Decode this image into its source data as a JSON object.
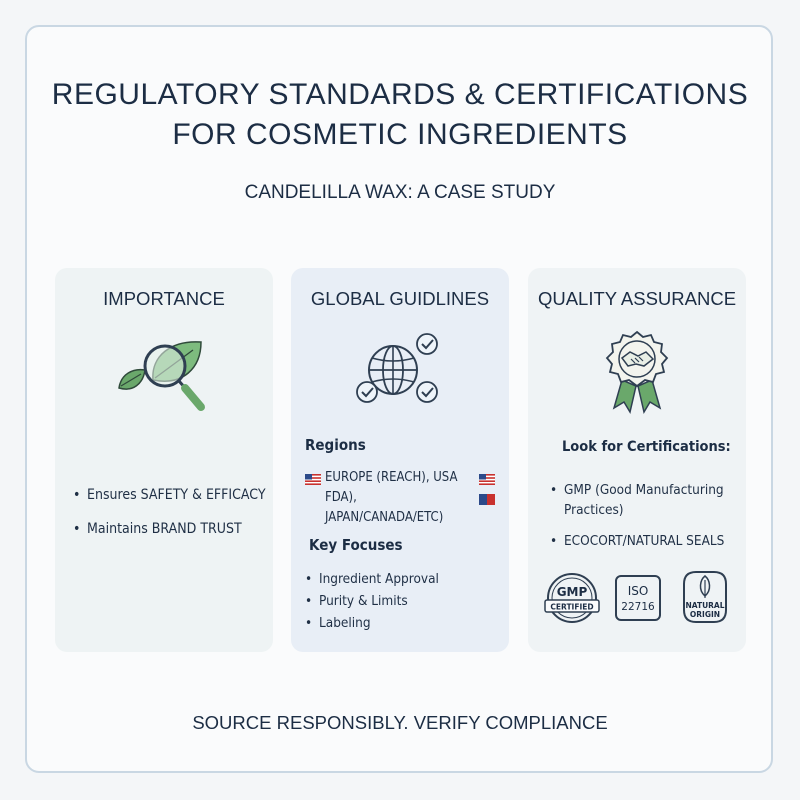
{
  "header": {
    "title_line1": "REGULATORY STANDARDS & CERTIFICATIONS",
    "title_line2": "FOR COSMETIC INGREDIENTS",
    "subtitle": "CANDELILLA WAX: A CASE STUDY"
  },
  "colors": {
    "navy": "#1c2d44",
    "green": "#6aa86b",
    "frame_border": "#c9d7e3"
  },
  "importance": {
    "title": "IMPORTANCE",
    "icon": "magnifier-leaf-icon",
    "bullets": [
      "Ensures SAFETY & EFFICACY",
      "Maintains BRAND TRUST"
    ]
  },
  "global": {
    "title": "GLOBAL GUIDLINES",
    "icon": "globe-checkmarks-icon",
    "regions_label": "Regions",
    "regions_line1": "EUROPE (REACH), USA",
    "regions_line2": "FDA), JAPAN/CANADA/ETC)",
    "focuses_label": "Key Focuses",
    "focuses": [
      "Ingredient Approval",
      "Purity & Limits",
      "Labeling"
    ]
  },
  "quality": {
    "title": "QUALITY ASSURANCE",
    "icon": "handshake-rosette-icon",
    "cert_label": "Look for Certifications:",
    "bullets": [
      "GMP (Good Manufacturing Practices)",
      "ECOCORT/NATURAL SEALS"
    ],
    "badges": {
      "gmp_line1": "GMP",
      "gmp_line2": "CERTIFIED",
      "iso_line1": "ISO",
      "iso_line2": "22716",
      "natural_line1": "NATURAL",
      "natural_line2": "ORIGIN"
    }
  },
  "footer": {
    "text": "SOURCE RESPONSIBLY. VERIFY COMPLIANCE"
  }
}
